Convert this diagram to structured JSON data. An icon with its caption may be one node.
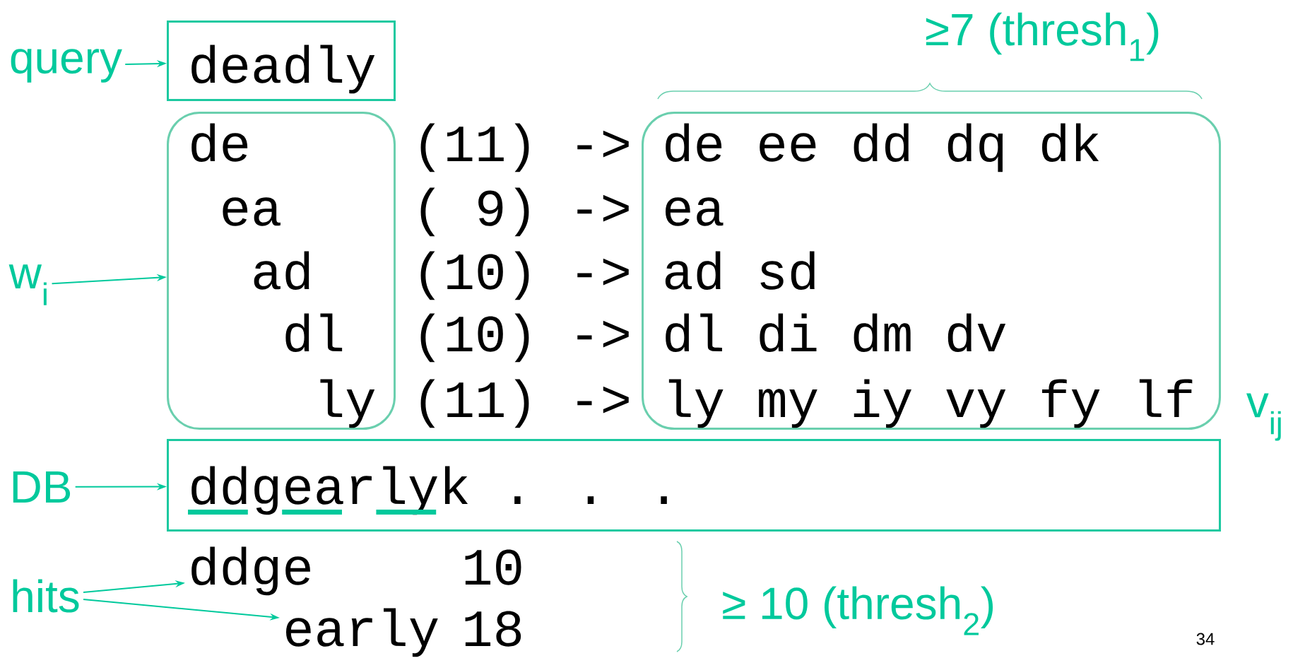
{
  "diagram": {
    "nodes": [
      {
        "text": [
          "query"
        ]
      },
      {
        "text": [
          "deadly"
        ]
      },
      {
        "text": [
          "w$_{i}$"
        ]
      },
      {
        "text": [
          "de",
          "ea",
          "ad",
          "dl",
          "ly"
        ]
      },
      {
        "text": [
          "de ee dd dq dk",
          "ea",
          "ad sd",
          "dl di dm dv",
          "ly my iy vy fy lf"
        ],
        "beside": [
          "v$_{ij}$"
        ]
      },
      {
        "text": [
          "DB"
        ]
      },
      {
        "text": [
          "ddgearlyk . . ."
        ]
      },
      {
        "text": [
          "hits"
        ]
      },
      {
        "text": [
          "ddge",
          "10"
        ]
      },
      {
        "text": [
          "early",
          "18"
        ]
      }
    ],
    "edges": [
      {
        "from": 0,
        "to": 1,
        "arrow": "to"
      },
      {
        "from": 2,
        "to": 3,
        "arrow": "to"
      },
      {
        "from": 5,
        "to": 6,
        "arrow": "to"
      },
      {
        "from": 7,
        "to": 8,
        "arrow": "to"
      },
      {
        "from": 7,
        "to": 9,
        "arrow": "to"
      }
    ],
    "labels": [
      "≥7 (thresh$_{1}$)",
      "(11) ->",
      "( 9) ->",
      "(10) ->",
      "(10) ->",
      "(11) ->",
      "≥ 10 (thresh$_{2}$)",
      "34"
    ]
  }
}
